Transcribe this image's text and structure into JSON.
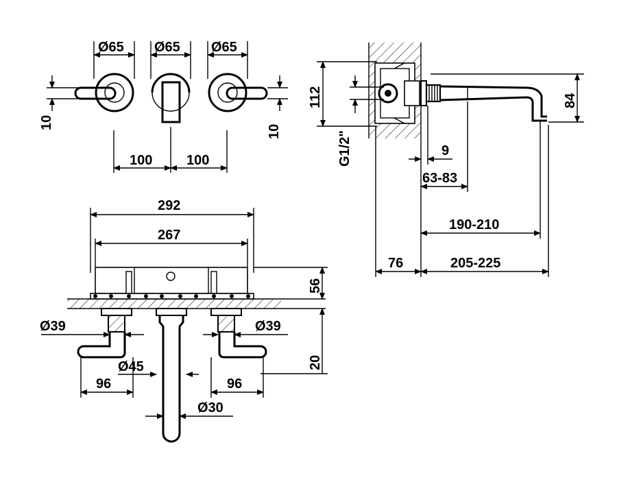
{
  "labels": {
    "d65_a": "Ø65",
    "d65_b": "Ø65",
    "d65_c": "Ø65",
    "ten_left": "10",
    "ten_right": "10",
    "spacing_a": "100",
    "spacing_b": "100",
    "h112": "112",
    "g12": "G1/2\"",
    "nine": "9",
    "r63_83": "63-83",
    "r190_210": "190-210",
    "r76": "76",
    "r205_225": "205-225",
    "h84": "84",
    "w292": "292",
    "w267": "267",
    "h56": "56",
    "h20": "20",
    "d39_left": "Ø39",
    "d39_right": "Ø39",
    "d45": "Ø45",
    "d30": "Ø30",
    "w96_left": "96",
    "w96_right": "96"
  }
}
